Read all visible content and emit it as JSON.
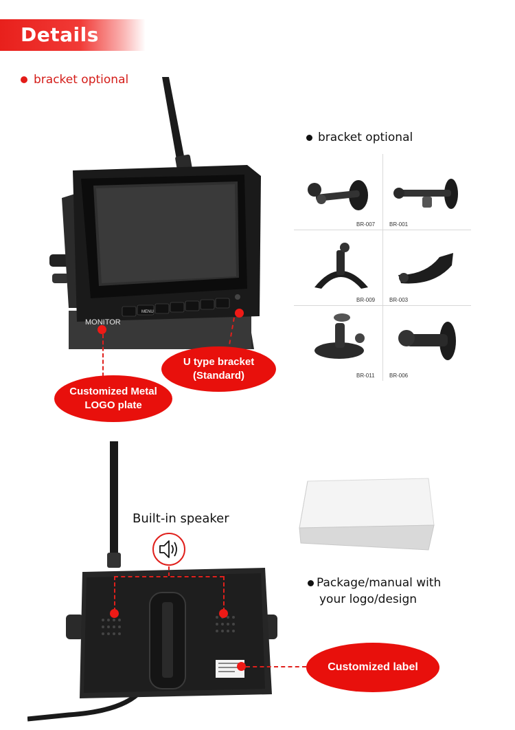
{
  "header": {
    "title": "Details"
  },
  "bracket_note_left": "bracket optional",
  "bracket_note_right": "bracket optional",
  "monitor": {
    "logo_text": "MONITOR",
    "menu_text": "MENU"
  },
  "callouts": {
    "u_bracket": [
      "U type bracket",
      "(Standard)"
    ],
    "logo_plate": [
      "Customized Metal",
      "LOGO plate"
    ],
    "label": "Customized label"
  },
  "brackets": [
    {
      "code": "BR-007"
    },
    {
      "code": "BR-001"
    },
    {
      "code": "BR-009"
    },
    {
      "code": "BR-003"
    },
    {
      "code": "BR-011"
    },
    {
      "code": "BR-006"
    }
  ],
  "speaker": {
    "label": "Built-in speaker"
  },
  "package": {
    "line1": "Package/manual with",
    "line2": "your logo/design"
  },
  "colors": {
    "accent_red": "#e8100c",
    "header_red": "#e8201c"
  }
}
